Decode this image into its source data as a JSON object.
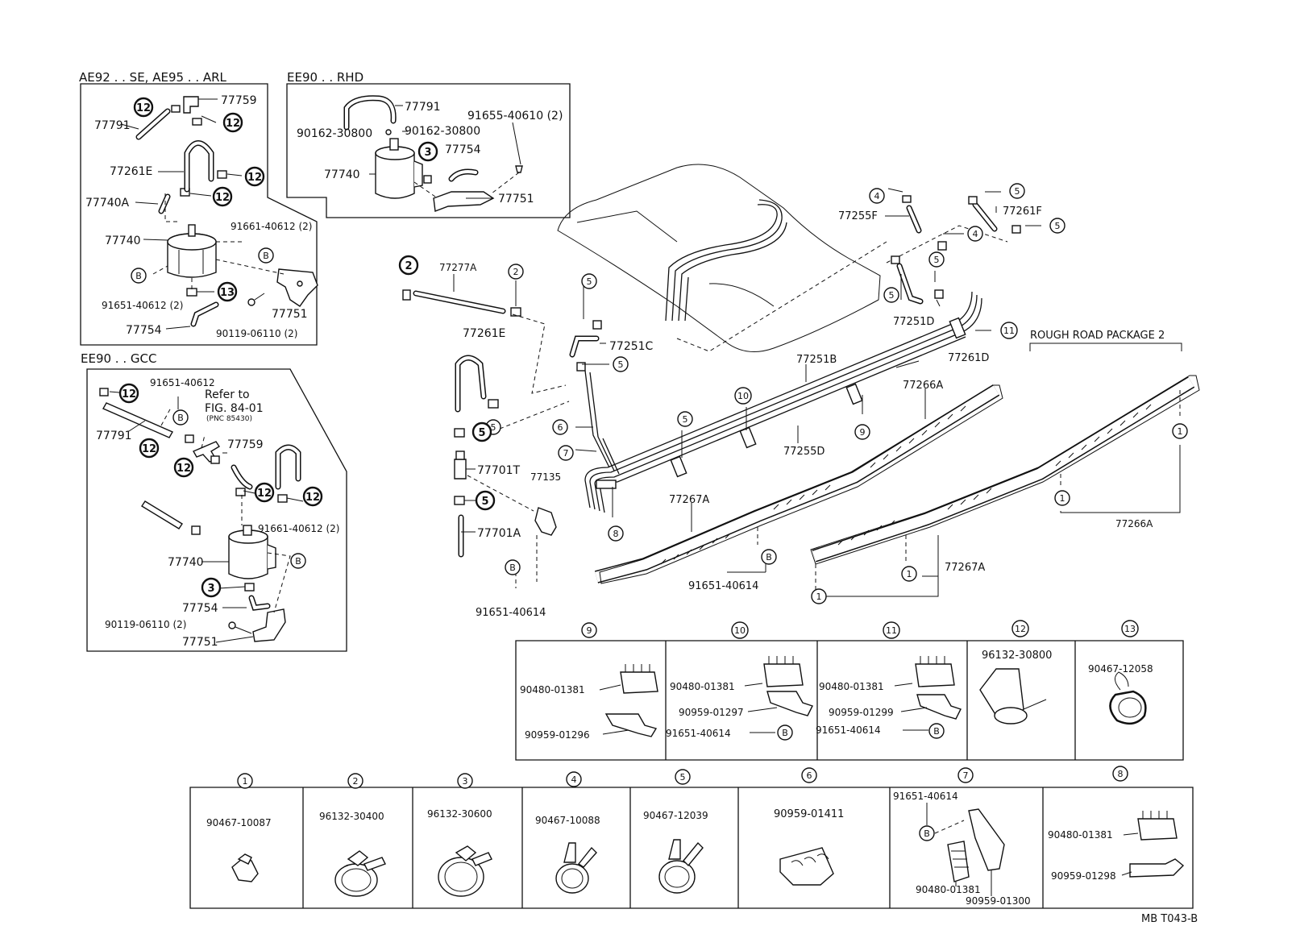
{
  "sections": {
    "ae92": "AE92 . . SE, AE95 . . ARL",
    "ee90_rhd": "EE90 . . RHD",
    "ee90_gcc": "EE90 . . GCC",
    "rough_road": "ROUGH ROAD PACKAGE 2"
  },
  "labels": {
    "ae92_77759": "77759",
    "ae92_77791": "77791",
    "ae92_77261E": "77261E",
    "ae92_77740A": "77740A",
    "ae92_77740": "77740",
    "ae92_91661": "91661-40612 (2)",
    "ae92_91651": "91651-40612 (2)",
    "ae92_77751": "77751",
    "ae92_77754": "77754",
    "ae92_90119": "90119-06110 (2)",
    "rhd_77791": "77791",
    "rhd_90162a": "90162-30800",
    "rhd_90162b": "90162-30800",
    "rhd_91655": "91655-40610 (2)",
    "rhd_77754": "77754",
    "rhd_77740": "77740",
    "rhd_77751": "77751",
    "gcc_91651": "91651-40612",
    "gcc_refer1": "Refer to",
    "gcc_refer2": "FIG. 84-01",
    "gcc_refer3": "(PNC 85430)",
    "gcc_77791": "77791",
    "gcc_77759": "77759",
    "gcc_91661": "91661-40612 (2)",
    "gcc_77740": "77740",
    "gcc_77754": "77754",
    "gcc_90119": "90119-06110 (2)",
    "gcc_77751": "77751",
    "m_77277A": "77277A",
    "m_77261E": "77261E",
    "m_77251C": "77251C",
    "m_77701T": "77701T",
    "m_77135": "77135",
    "m_77701A": "77701A",
    "m_91651_bottom": "91651-40614",
    "m_77255F": "77255F",
    "m_77261F": "77261F",
    "m_77251D": "77251D",
    "m_77251B": "77251B",
    "m_77261D": "77261D",
    "m_77266A": "77266A",
    "m_77255D": "77255D",
    "m_77267A": "77267A",
    "m_91651_mid": "91651-40614",
    "m_77266A_r": "77266A",
    "m_77267A_r": "77267A"
  },
  "callouts": {
    "n1": "1",
    "n2": "2",
    "n3": "3",
    "n4": "4",
    "n5": "5",
    "n6": "6",
    "n7": "7",
    "n8": "8",
    "n9": "9",
    "n10": "10",
    "n11": "11",
    "n12": "12",
    "n13": "13",
    "nB": "B"
  },
  "table_top": [
    {
      "num": "9",
      "parts": [
        "90480-01381",
        "90959-01296"
      ]
    },
    {
      "num": "10",
      "parts": [
        "90480-01381",
        "90959-01297",
        "91651-40614"
      ]
    },
    {
      "num": "11",
      "parts": [
        "90480-01381",
        "90959-01299",
        "91651-40614"
      ]
    },
    {
      "num": "12",
      "parts": [
        "96132-30800"
      ]
    },
    {
      "num": "13",
      "parts": [
        "90467-12058"
      ]
    }
  ],
  "table_bottom": [
    {
      "num": "1",
      "parts": [
        "90467-10087"
      ]
    },
    {
      "num": "2",
      "parts": [
        "96132-30400"
      ]
    },
    {
      "num": "3",
      "parts": [
        "96132-30600"
      ]
    },
    {
      "num": "4",
      "parts": [
        "90467-10088"
      ]
    },
    {
      "num": "5",
      "parts": [
        "90467-12039"
      ]
    },
    {
      "num": "6",
      "parts": [
        "90959-01411"
      ]
    },
    {
      "num": "7",
      "parts": [
        "91651-40614",
        "90480-01381",
        "90959-01300"
      ]
    },
    {
      "num": "8",
      "parts": [
        "90480-01381",
        "90959-01298"
      ]
    }
  ],
  "figure_code": "MB   T043-B"
}
